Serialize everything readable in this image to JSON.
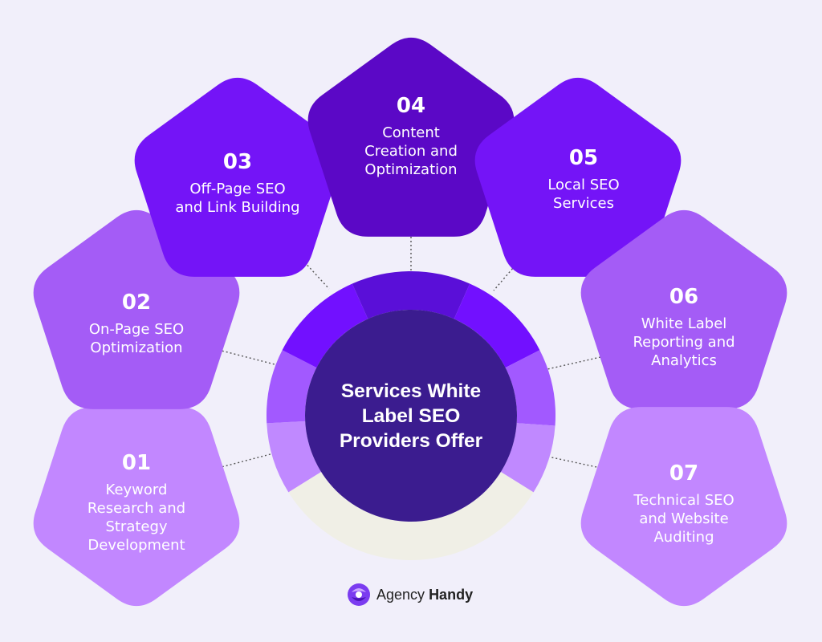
{
  "center": {
    "lines": [
      "Services White",
      "Label SEO",
      "Providers Offer"
    ],
    "color": "#3b1c8f"
  },
  "ring_colors": {
    "purple_dark": "#7210ff",
    "purple_mid": "#5a0fd8",
    "purple_light": "#a259ff",
    "purple_pale": "#c089ff",
    "empty": "#f0efe6"
  },
  "services": [
    {
      "number": "01",
      "lines": [
        "Keyword",
        "Research and",
        "Strategy",
        "Development"
      ],
      "color": "#c287ff"
    },
    {
      "number": "02",
      "lines": [
        "On-Page SEO",
        "Optimization"
      ],
      "color": "#a45cf6"
    },
    {
      "number": "03",
      "lines": [
        "Off-Page SEO",
        "and Link Building"
      ],
      "color": "#7414f7"
    },
    {
      "number": "04",
      "lines": [
        "Content",
        "Creation and",
        "Optimization"
      ],
      "color": "#5b08c6"
    },
    {
      "number": "05",
      "lines": [
        "Local SEO",
        "Services"
      ],
      "color": "#7414f7"
    },
    {
      "number": "06",
      "lines": [
        "White Label",
        "Reporting and",
        "Analytics"
      ],
      "color": "#a45cf6"
    },
    {
      "number": "07",
      "lines": [
        "Technical SEO",
        "and Website",
        "Auditing"
      ],
      "color": "#c287ff"
    }
  ],
  "logo": {
    "brand_regular": "Agency",
    "brand_bold": "Handy",
    "icon": "agency-handy-logo-icon"
  }
}
